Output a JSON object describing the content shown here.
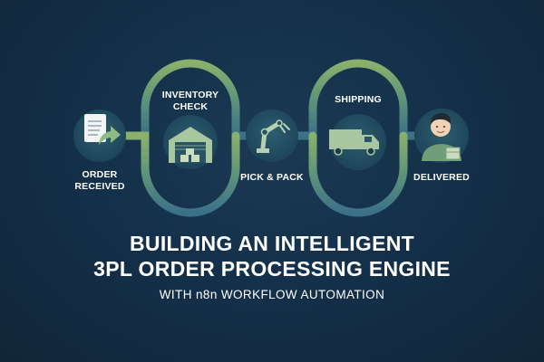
{
  "diagram": {
    "steps": [
      {
        "label_line1": "ORDER",
        "label_line2": "RECEIVED",
        "icon": "document-arrow-icon"
      },
      {
        "label_line1": "INVENTORY",
        "label_line2": "CHECK",
        "icon": "warehouse-icon"
      },
      {
        "label_line1": "PICK & PACK",
        "label_line2": "",
        "icon": "robotic-arm-icon"
      },
      {
        "label_line1": "SHIPPING",
        "label_line2": "",
        "icon": "truck-icon"
      },
      {
        "label_line1": "DELIVERED",
        "label_line2": "",
        "icon": "person-with-box-icon"
      }
    ],
    "colors": {
      "background": "#132b3f",
      "path_green": "#7fa86a",
      "path_teal": "#3f7f8c",
      "icon_circle": "#1f4a5e",
      "icon_fill": "#9fc29a"
    }
  },
  "heading": {
    "title_line1": "BUILDING AN INTELLIGENT",
    "title_line2": "3PL ORDER PROCESSING ENGINE",
    "subtitle": "WITH n8n WORKFLOW AUTOMATION"
  }
}
